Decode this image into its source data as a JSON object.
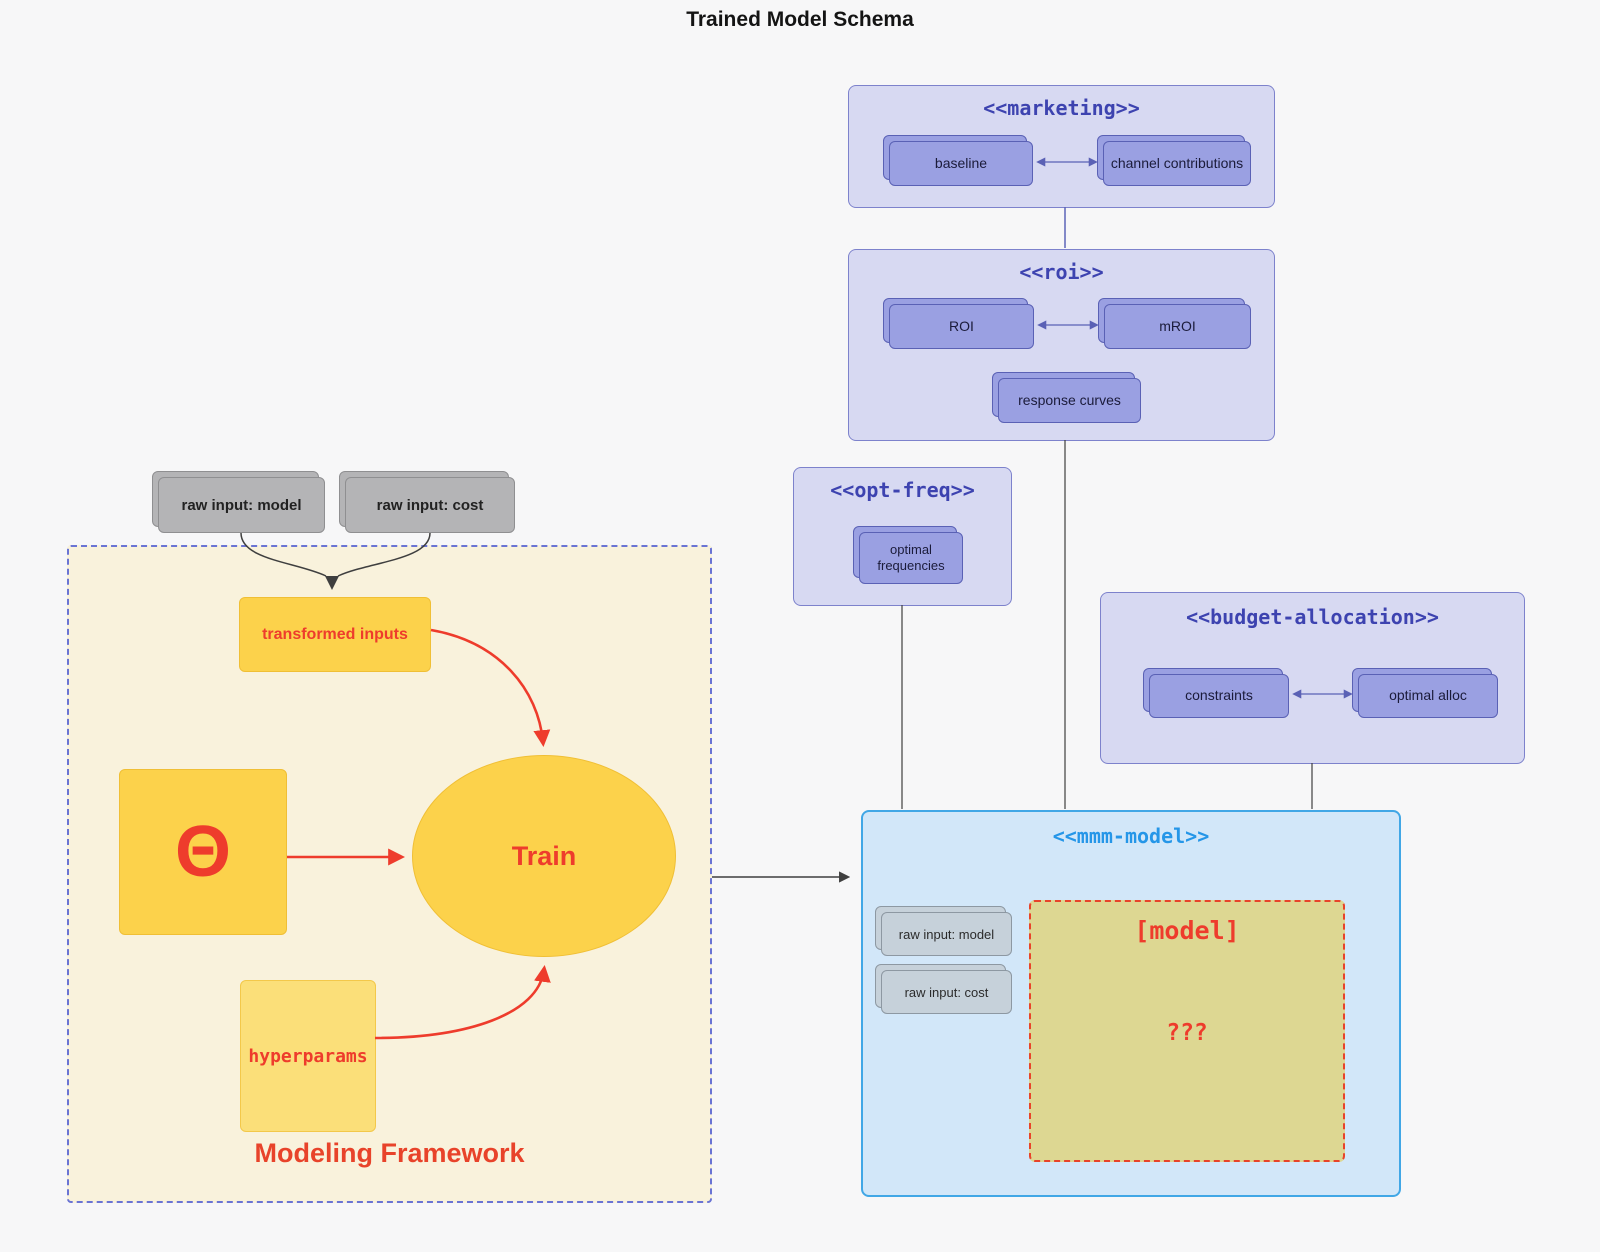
{
  "page": {
    "title": "Trained Model Schema"
  },
  "colors": {
    "panel_fill": "#d7d9f2",
    "panel_border": "#7d82cc",
    "panel_title": "#3d43b0",
    "node_fill": "#9aa0e2",
    "node_border": "#5a61b5",
    "mmm_fill": "#d2e7f9",
    "mmm_border": "#41a7e6",
    "mmm_title": "#2596e8",
    "yellow_fill": "#fcd24b",
    "yellow_light_fill": "#fbdf79",
    "red_accent": "#ee3c2c",
    "khaki_fill": "#ddd792",
    "gray_fill": "#b4b4b6",
    "framework_fill": "#f9f2dc",
    "framework_border": "#6a74d4"
  },
  "raw_inputs": [
    "raw input: model",
    "raw input: cost"
  ],
  "panels": {
    "marketing": {
      "title": "<<marketing>>",
      "nodes": [
        "baseline",
        "channel contributions"
      ]
    },
    "roi": {
      "title": "<<roi>>",
      "nodes": [
        "ROI",
        "mROI",
        "response curves"
      ]
    },
    "opt_freq": {
      "title": "<<opt-freq>>",
      "nodes": [
        "optimal frequencies"
      ]
    },
    "budget": {
      "title": "<<budget-allocation>>",
      "nodes": [
        "constraints",
        "optimal alloc"
      ]
    },
    "mmm": {
      "title": "<<mmm-model>>",
      "inputs": [
        "raw input: model",
        "raw input: cost"
      ],
      "model_box": {
        "label": "[model]",
        "placeholder": "???"
      }
    }
  },
  "framework": {
    "label": "Modeling Framework",
    "transformed_inputs": "transformed inputs",
    "theta": "Θ",
    "train": "Train",
    "hyperparams": "hyperparams"
  },
  "edges": [
    {
      "from": "baseline",
      "to": "channel contributions",
      "style": "double-arrow"
    },
    {
      "from": "ROI",
      "to": "mROI",
      "style": "double-arrow"
    },
    {
      "from": "constraints",
      "to": "optimal alloc",
      "style": "double-arrow"
    },
    {
      "from": "marketing",
      "to": "roi",
      "style": "line"
    },
    {
      "from": "roi",
      "to": "mmm-model",
      "style": "line"
    },
    {
      "from": "opt-freq",
      "to": "mmm-model",
      "style": "line"
    },
    {
      "from": "budget-allocation",
      "to": "mmm-model",
      "style": "line"
    },
    {
      "from": "raw input: model",
      "to": "transformed inputs",
      "style": "arrow"
    },
    {
      "from": "raw input: cost",
      "to": "transformed inputs",
      "style": "arrow"
    },
    {
      "from": "transformed inputs",
      "to": "Train",
      "style": "red-arrow"
    },
    {
      "from": "Θ",
      "to": "Train",
      "style": "red-arrow"
    },
    {
      "from": "hyperparams",
      "to": "Train",
      "style": "red-arrow"
    },
    {
      "from": "Modeling Framework",
      "to": "mmm-model",
      "style": "arrow"
    }
  ]
}
